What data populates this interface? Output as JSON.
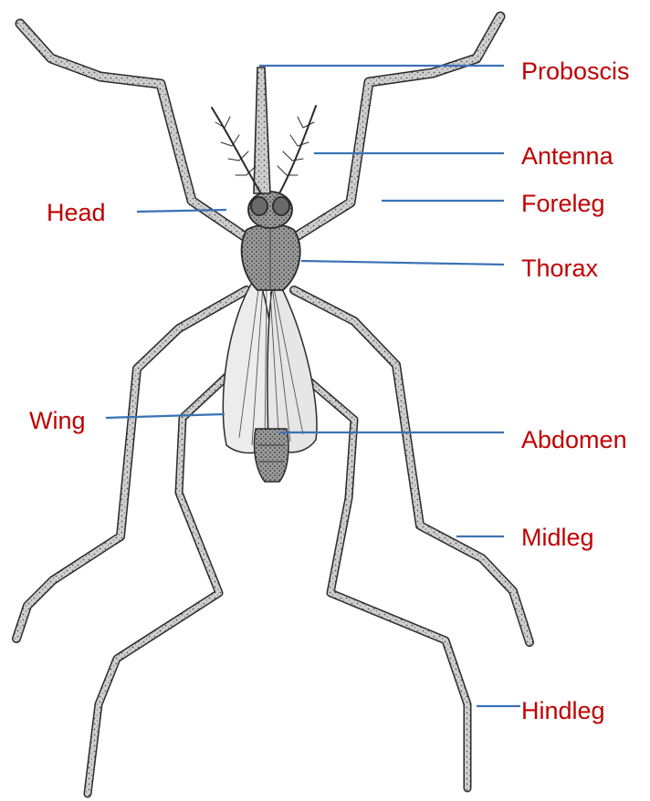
{
  "labels": {
    "proboscis": "Proboscis",
    "antenna": "Antenna",
    "foreleg": "Foreleg",
    "thorax": "Thorax",
    "head": "Head",
    "wing": "Wing",
    "abdomen": "Abdomen",
    "midleg": "Midleg",
    "hindleg": "Hindleg"
  },
  "colors": {
    "label_text": "#c00000",
    "leader_line": "#3a72b5",
    "ink": "#2a2a2a",
    "wing_fill": "#ececec",
    "body_fill": "#bdbdbd",
    "leg_fill": "#cfcfcf"
  }
}
